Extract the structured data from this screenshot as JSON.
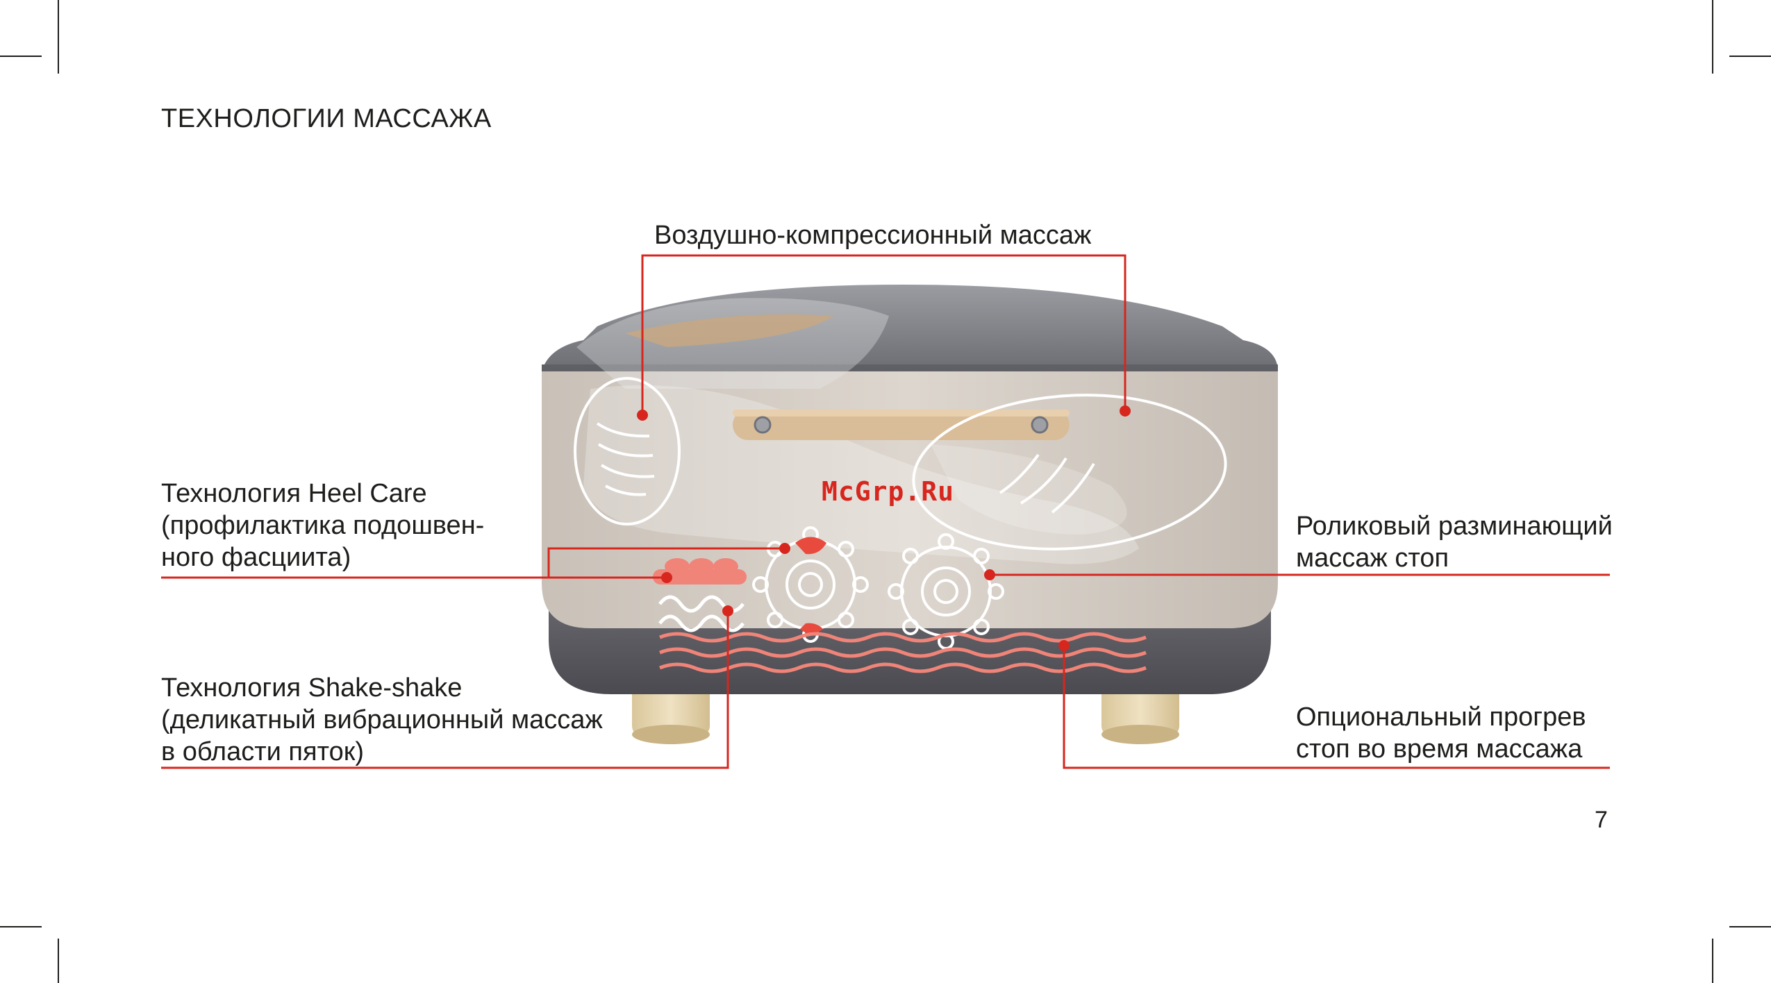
{
  "page": {
    "title": "ТЕХНОЛОГИИ МАССАЖА",
    "page_number": "7",
    "watermark": "McGrp.Ru"
  },
  "callouts": {
    "air_compression": {
      "lines": [
        "Воздушно-компрессионный массаж"
      ]
    },
    "heel_care": {
      "lines": [
        "Технология Heel Care",
        "(профилактика подошвен-",
        "ного фасциита)"
      ]
    },
    "roller": {
      "lines": [
        "Роликовый разминающий",
        "массаж стоп"
      ]
    },
    "shake": {
      "lines": [
        "Технология Shake-shake",
        "(деликатный вибрационный массаж",
        "в области пяток)"
      ]
    },
    "heating": {
      "lines": [
        "Опциональный прогрев",
        "стоп во время массажа"
      ]
    }
  },
  "colors": {
    "accent": "#d7261e",
    "text": "#1d1d1b",
    "fabric": "#d3ccc4",
    "lid": "#7b7d82",
    "base": "#5d5d62",
    "leather": "#d9bd99",
    "wood": "#e3d2ab"
  }
}
